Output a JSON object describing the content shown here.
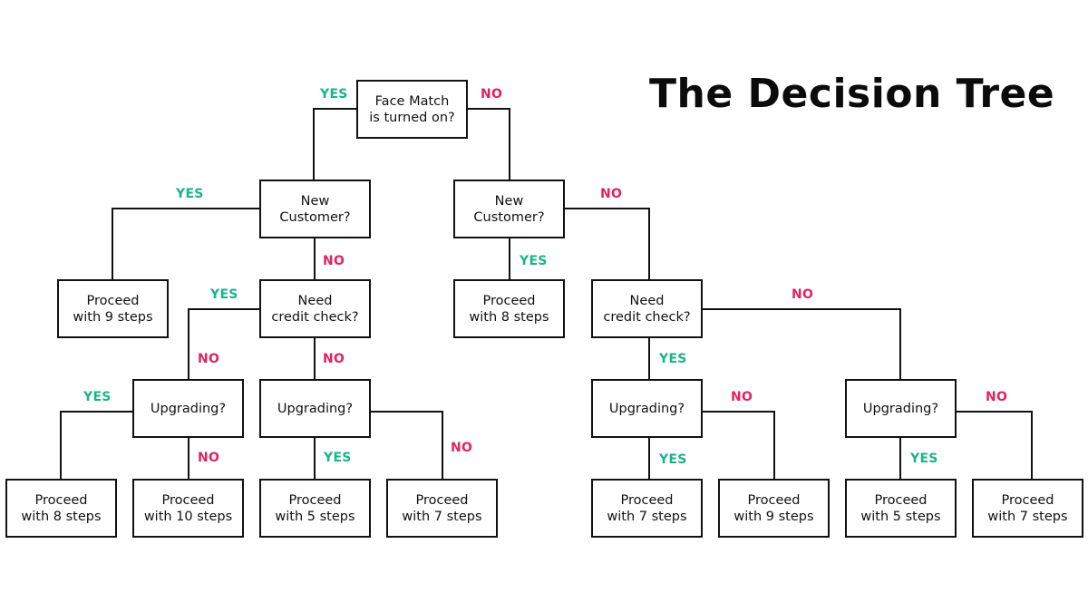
{
  "title": "The Decision Tree",
  "colors": {
    "yes": "#1bb38a",
    "no": "#e0245e",
    "line": "#111111"
  },
  "nodes": {
    "root": "Face Match\nis turned on?",
    "l_new": "New\nCustomer?",
    "r_new": "New\nCustomer?",
    "l_proceed9": "Proceed\nwith 9 steps",
    "l_credit": "Need\ncredit check?",
    "r_proceed8": "Proceed\nwith 8 steps",
    "r_credit": "Need\ncredit check?",
    "l_upg_a": "Upgrading?",
    "l_upg_b": "Upgrading?",
    "r_upg_a": "Upgrading?",
    "r_upg_b": "Upgrading?",
    "leaf1": "Proceed\nwith 8 steps",
    "leaf2": "Proceed\nwith 10 steps",
    "leaf3": "Proceed\nwith 5 steps",
    "leaf4": "Proceed\nwith 7 steps",
    "leaf5": "Proceed\nwith 7 steps",
    "leaf6": "Proceed\nwith 9 steps",
    "leaf7": "Proceed\nwith 5 steps",
    "leaf8": "Proceed\nwith 7 steps"
  },
  "labels": {
    "root_yes": "YES",
    "root_no": "NO",
    "lnew_yes": "YES",
    "lnew_no": "NO",
    "rnew_yes": "YES",
    "rnew_no": "NO",
    "lcredit_yes": "YES",
    "lcredit_yes_no": "NO",
    "lcredit_no": "NO",
    "upga_yes": "YES",
    "upga_no": "NO",
    "upgb_yes": "YES",
    "upgb_no": "NO",
    "rcredit_yes": "YES",
    "rcredit_no": "NO",
    "rupga_yes": "YES",
    "rupga_no": "NO",
    "rupgb_yes": "YES",
    "rupgb_no": "NO"
  }
}
